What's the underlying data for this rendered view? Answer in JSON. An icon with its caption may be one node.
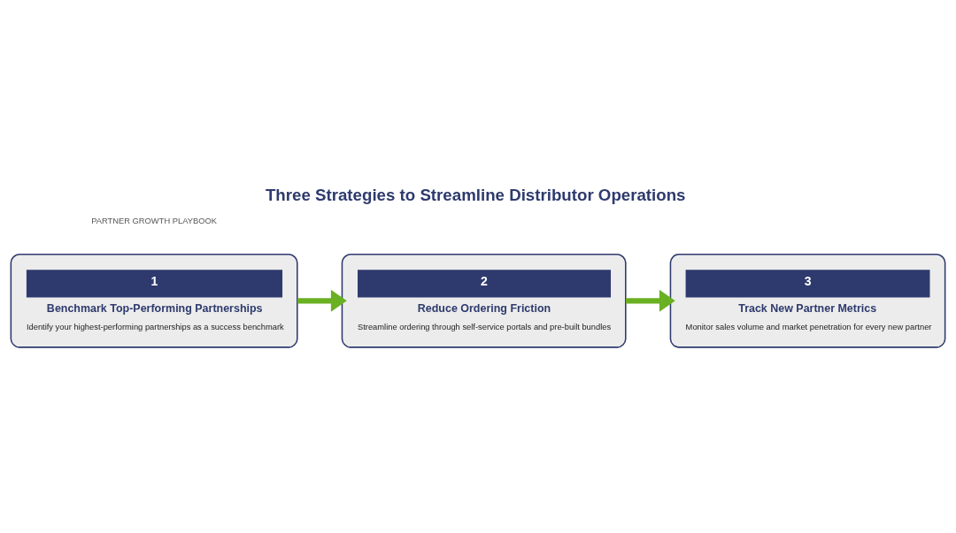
{
  "diagram": {
    "title": "Three Strategies to Streamline Distributor Operations",
    "nodes": [
      {
        "text": [
          "1",
          "Benchmark Top-Performing Partnerships",
          "Identify your highest-performing partnerships as a success benchmark"
        ]
      },
      {
        "text": [
          "2",
          "Reduce Ordering Friction",
          "Streamline ordering through self-service portals and pre-built bundles"
        ]
      },
      {
        "text": [
          "3",
          "Track New Partner Metrics",
          "Monitor sales volume and market penetration for every new partner"
        ]
      }
    ],
    "edges": [
      {
        "from": 0,
        "to": 1,
        "arrow": "to"
      },
      {
        "from": 1,
        "to": 2,
        "arrow": "to"
      }
    ],
    "labels": [
      "PARTNER GROWTH PLAYBOOK"
    ]
  }
}
